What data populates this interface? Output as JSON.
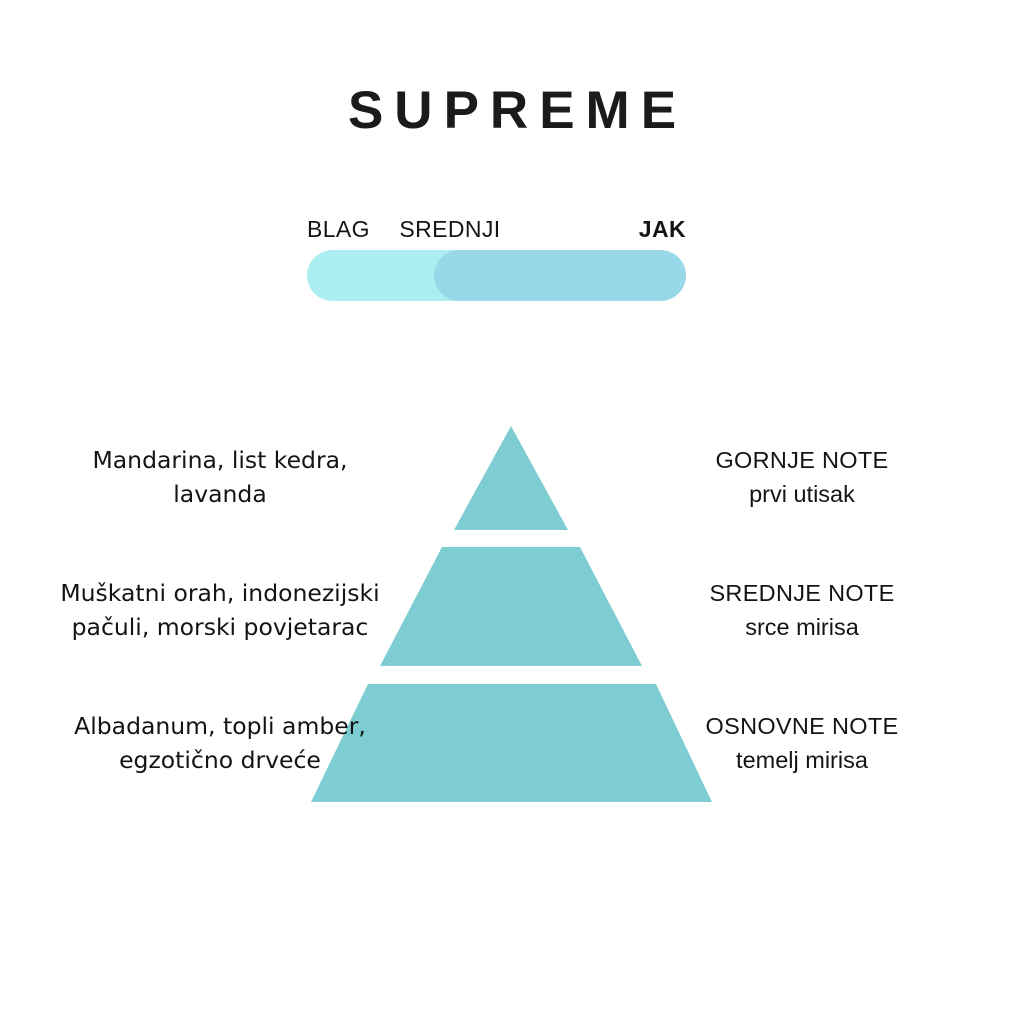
{
  "product": {
    "name": "SUPREME"
  },
  "intensity_scale": {
    "levels": [
      {
        "id": "blag",
        "label": "BLAG",
        "active": false
      },
      {
        "id": "srednji",
        "label": "SREDNJI",
        "active": false
      },
      {
        "id": "jak",
        "label": "JAK",
        "active": true
      }
    ],
    "selected": "JAK",
    "colors": {
      "mild": "#ABEDF0",
      "strong": "#99D8E8"
    }
  },
  "pyramid": {
    "fill_color": "#7ECDD2",
    "tiers": [
      {
        "id": "top",
        "title": "GORNJE NOTE",
        "subtitle": "prvi utisak",
        "notes": "Mandarina, list kedra,\nlavanda",
        "notes_line1": "Mandarina, list kedra,",
        "notes_line2": "lavanda"
      },
      {
        "id": "middle",
        "title": "SREDNJE NOTE",
        "subtitle": "srce mirisa",
        "notes": "Muškatni orah, indonezijski\npačuli, morski povjetarac",
        "notes_line1": "Muškatni orah, indonezijski",
        "notes_line2": "pačuli, morski povjetarac"
      },
      {
        "id": "base",
        "title": "OSNOVNE NOTE",
        "subtitle": "temelj mirisa",
        "notes": "Albadanum, topli amber,\negzotično drveće",
        "notes_line1": "Albadanum, topli amber,",
        "notes_line2": "egzotično drveće"
      }
    ]
  },
  "chart_data": {
    "type": "pyramid",
    "title": "SUPREME",
    "levels": [
      "GORNJE NOTE",
      "SREDNJE NOTE",
      "OSNOVNE NOTE"
    ],
    "values": [
      1,
      2,
      3
    ],
    "intensity": {
      "scale": [
        "BLAG",
        "SREDNJI",
        "JAK"
      ],
      "selected": "JAK",
      "selected_index": 2
    }
  }
}
